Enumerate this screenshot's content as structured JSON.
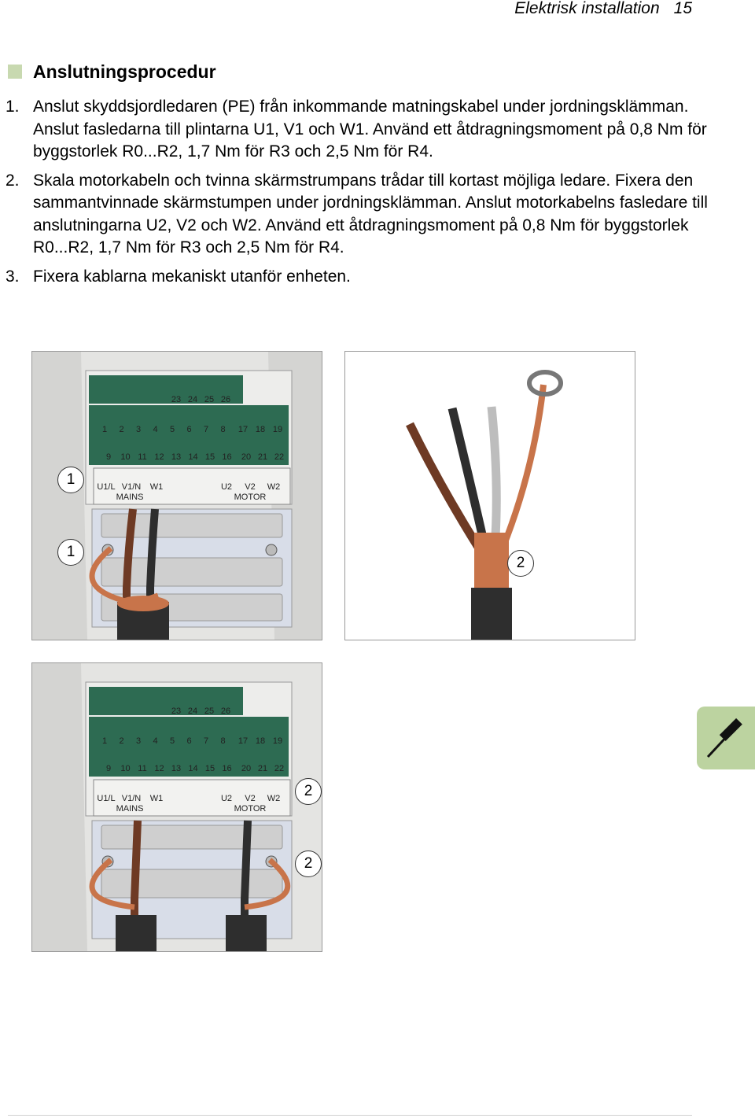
{
  "header": {
    "title": "Elektrisk installation",
    "page_number": "15"
  },
  "section": {
    "heading": "Anslutningsprocedur"
  },
  "steps": [
    {
      "number": "1.",
      "text": "Anslut skyddsjordledaren (PE) från inkommande matningskabel under jordningsklämman. Anslut fasledarna till plintarna U1, V1 och W1. Använd ett åtdragningsmoment på 0,8 Nm för byggstorlek R0...R2, 1,7 Nm för R3 och 2,5 Nm för R4."
    },
    {
      "number": "2.",
      "text": "Skala motorkabeln och tvinna skärmstrumpans trådar till kortast möjliga ledare. Fixera den sammantvinnade skärmstumpen under jordningsklämman. Anslut motorkabelns fasledare till anslutningarna U2, V2 och W2. Använd ett åtdragningsmoment på 0,8 Nm för byggstorlek R0...R2, 1,7 Nm för R3 och 2,5 Nm för R4."
    },
    {
      "number": "3.",
      "text": "Fixera kablarna mekaniskt utanför enheten."
    }
  ],
  "drive_labels": {
    "top_row": [
      "23",
      "24",
      "25",
      "26"
    ],
    "row1_left": [
      "1",
      "2",
      "3",
      "4",
      "5",
      "6",
      "7",
      "8"
    ],
    "row1_right": [
      "17",
      "18",
      "19"
    ],
    "row2_left": [
      "9",
      "10",
      "11",
      "12",
      "13",
      "14",
      "15",
      "16"
    ],
    "row2_right": [
      "20",
      "21",
      "22"
    ],
    "mains_terminals": [
      "U1/L",
      "V1/N",
      "W1"
    ],
    "mains_label": "MAINS",
    "motor_terminals": [
      "U2",
      "V2",
      "W2"
    ],
    "motor_label": "MOTOR"
  },
  "callouts": {
    "fig1_mains_terminals": "1",
    "fig1_ground_clamp": "1",
    "fig2_shield": "2",
    "fig3_motor_terminals": "2",
    "fig3_ground_clamp": "2"
  },
  "colors": {
    "bullet": "#c8d9b0",
    "side_tab": "#bcd3a0",
    "board_green": "#2d6b52",
    "panel_gray": "#e6e6e4",
    "copper": "#c8744a",
    "cable_black": "#2e2e2e",
    "brown_wire": "#6e3a24",
    "gray_wire": "#bdbdbd"
  },
  "icons": {
    "side_tab": "screwdriver-icon"
  }
}
